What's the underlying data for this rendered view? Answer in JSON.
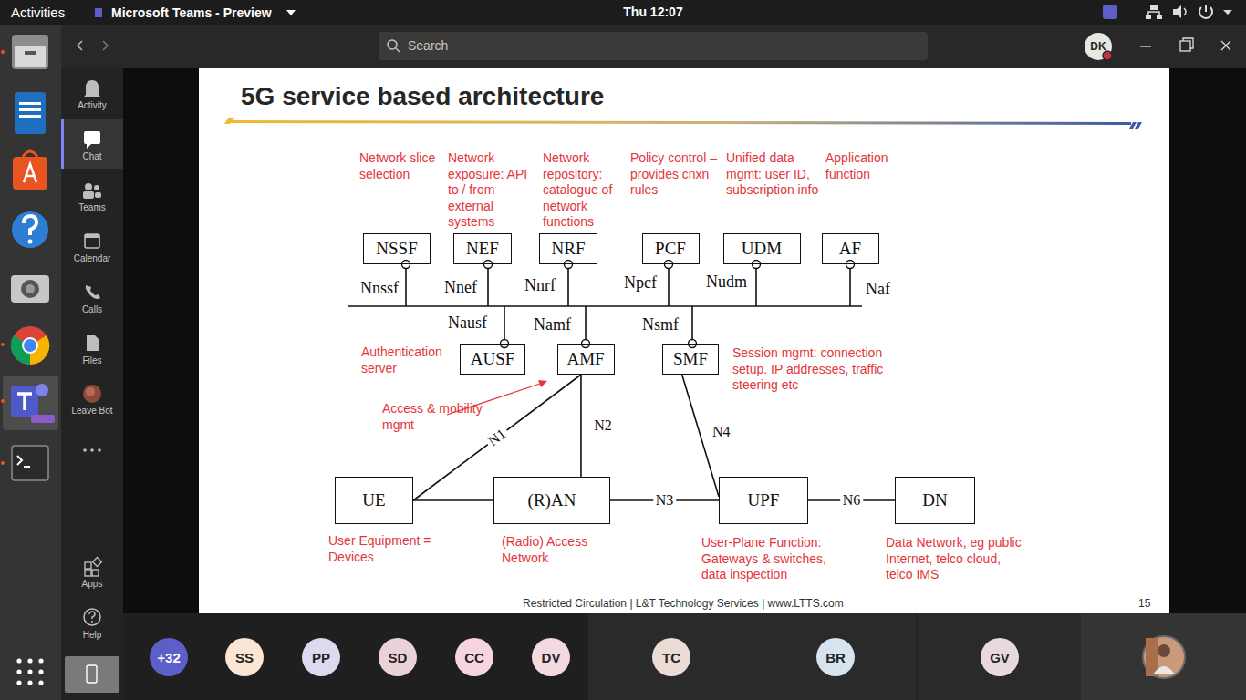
{
  "diagram": {
    "title": "5G service based architecture",
    "nodes": [
      {
        "text": [
          "NSSF",
          "Network slice selection"
        ]
      },
      {
        "text": [
          "NEF",
          "Network exposure: API to / from external systems"
        ]
      },
      {
        "text": [
          "NRF",
          "Network repository: catalogue of network functions"
        ]
      },
      {
        "text": [
          "PCF",
          "Policy control – provides cnxn rules"
        ]
      },
      {
        "text": [
          "UDM",
          "Unified data mgmt: user ID, subscription info"
        ]
      },
      {
        "text": [
          "AF",
          "Application function"
        ]
      },
      {
        "text": [
          "AUSF",
          "Authentication server"
        ]
      },
      {
        "text": [
          "AMF",
          "Access & mobility mgmt"
        ]
      },
      {
        "text": [
          "SMF",
          "Session mgmt: connection setup. IP addresses, traffic steering etc"
        ]
      },
      {
        "text": [
          "UE",
          "User Equipment = Devices"
        ]
      },
      {
        "text": [
          "(R)AN",
          "(Radio) Access Network"
        ]
      },
      {
        "text": [
          "UPF",
          "User-Plane Function: Gateways & switches, data inspection"
        ]
      },
      {
        "text": [
          "DN",
          "Data Network, eg public Internet, telco cloud, telco IMS"
        ]
      }
    ],
    "edges": [
      {
        "from": 9,
        "to": 7,
        "label": "N1",
        "arrow": "none"
      },
      {
        "from": 9,
        "to": 10,
        "arrow": "none"
      },
      {
        "from": 10,
        "to": 7,
        "label": "N2",
        "arrow": "none"
      },
      {
        "from": 10,
        "to": 11,
        "label": "N3",
        "arrow": "none"
      },
      {
        "from": 8,
        "to": 11,
        "label": "N4",
        "arrow": "none"
      },
      {
        "from": 11,
        "to": 12,
        "label": "N6",
        "arrow": "none"
      }
    ],
    "labels": [
      "Nnssf",
      "Nnef",
      "Nnrf",
      "Npcf",
      "Nudm",
      "Naf",
      "Nausf",
      "Namf",
      "Nsmf",
      "Restricted Circulation | L&T Technology Services | www.LTTS.com",
      "15",
      "Activities",
      "Microsoft Teams - Preview",
      "Thu 12:07",
      "Search",
      "DK",
      "Activity",
      "Chat",
      "Teams",
      "Calendar",
      "Calls",
      "Files",
      "Leave Bot",
      "Apps",
      "Help",
      "+32",
      "SS",
      "PP",
      "SD",
      "CC",
      "DV",
      "TC",
      "BR",
      "GV"
    ]
  }
}
